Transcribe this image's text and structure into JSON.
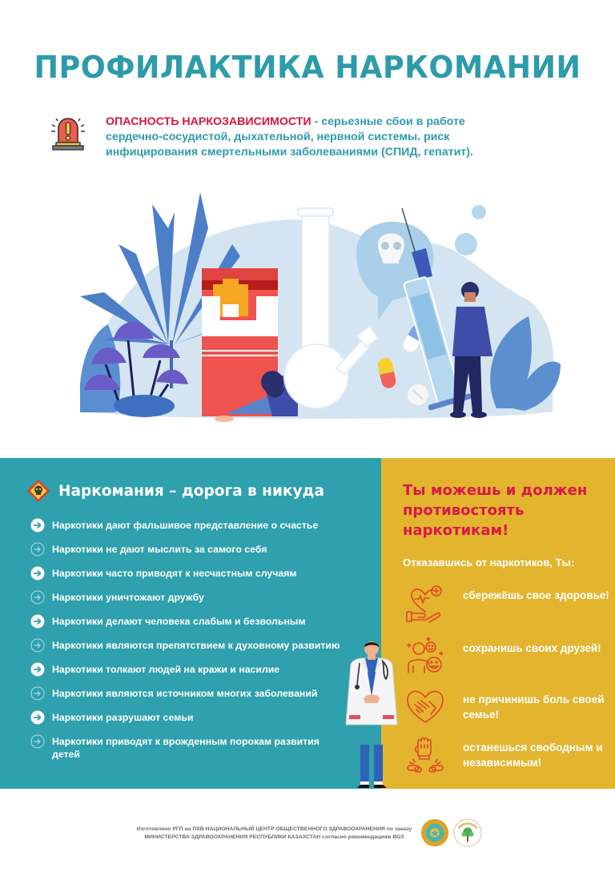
{
  "title": "ПРОФИЛАКТИКА НАРКОМАНИИ",
  "warning": {
    "icon": "siren-alarm-icon",
    "accent_text": "ОПАСНОСТЬ НАРКОЗАВИСИМОСТИ",
    "body_text": " - серьезные сбои в работе сердечно-сосудистой, дыхательной, нервной системы. риск инфицирования смертельными заболеваниями (СПИД, гепатит)."
  },
  "illustration": {
    "description": "Drug abuse illustration: cannabis leaf, mushrooms, cigarette pack, sitting girl, bong, skull speech bubble, pills, man holding giant syringe",
    "elements": [
      "cannabis-leaf",
      "mushrooms",
      "cigarette-pack",
      "sad-girl",
      "bong",
      "skull-bubble",
      "pills",
      "syringe-man",
      "foliage"
    ]
  },
  "left_panel": {
    "heading_icon": "hazard-skull-icon",
    "heading": "Наркомания – дорога в никуда",
    "bg_color": "#2fa0ad",
    "items": [
      {
        "text": "Наркотики дают фальшивое представление о счастье",
        "bullet": "filled"
      },
      {
        "text": "Наркотики не дают мыслить за самого себя",
        "bullet": "outline"
      },
      {
        "text": "Наркотики часто приводят к несчастным случаям",
        "bullet": "filled"
      },
      {
        "text": "Наркотики уничтожают дружбу",
        "bullet": "outline"
      },
      {
        "text": "Наркотики делают человека слабым и безвольным",
        "bullet": "filled"
      },
      {
        "text": "Наркотики являются препятствием к духовному развитию",
        "bullet": "outline"
      },
      {
        "text": "Наркотики толкают людей на кражи и насилие",
        "bullet": "filled"
      },
      {
        "text": "Наркотики являются источником многих заболеваний",
        "bullet": "outline"
      },
      {
        "text": "Наркотики разрушают семьи",
        "bullet": "filled"
      },
      {
        "text": "Наркотики приводят к врожденным порокам развития детей",
        "bullet": "outline"
      }
    ]
  },
  "right_panel": {
    "bg_color": "#e3b42e",
    "heading": "Ты можешь и должен противостоять наркотикам!",
    "subheading": "Отказавшись от наркотиков, Ты:",
    "benefits": [
      {
        "icon": "heart-in-hand-icon",
        "text": "сбережёшь свое здоровье!"
      },
      {
        "icon": "friends-smiles-icon",
        "text": "сохранишь своих друзей!"
      },
      {
        "icon": "heart-handshake-icon",
        "text": "не причинишь боль своей семье!"
      },
      {
        "icon": "fist-broken-chain-icon",
        "text": "останешься свободным и независимым!"
      }
    ]
  },
  "footer": {
    "text": "Изготовлено РГП на ПХВ НАЦИОНАЛЬНЫЙ ЦЕНТР ОБЩЕСТВЕННОГО ЗДРАВООХРАНЕНИЯ по заказу МИНИСТЕРСТВА ЗДРАВООХРАНЕНИЯ РЕСПУБЛИКИ КАЗАХСТАН согласно рекомендациям ВОЗ",
    "logos": [
      "kazakhstan-emblem",
      "public-health-center-logo"
    ]
  },
  "colors": {
    "title": "#2e9bab",
    "accent_red": "#d6163f",
    "teal": "#2fa0ad",
    "yellow": "#e3b42e",
    "icon_red": "#e2452a"
  }
}
